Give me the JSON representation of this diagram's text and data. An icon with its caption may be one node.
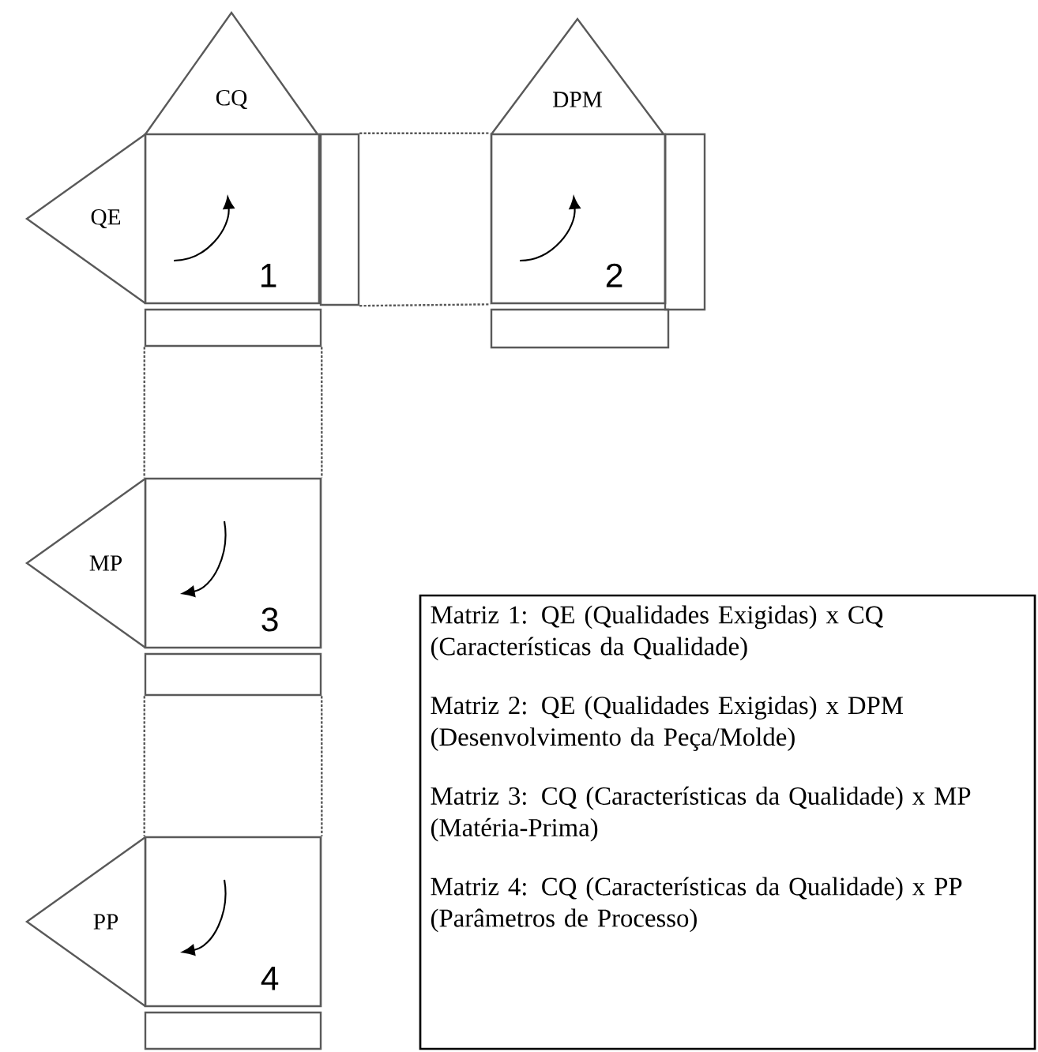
{
  "diagram": {
    "nodes": [
      {
        "text": [
          "CQ"
        ]
      },
      {
        "text": [
          "QE"
        ]
      },
      {
        "text": [
          "1"
        ]
      },
      {
        "text": [],
        "shape": "box"
      },
      {
        "text": [],
        "shape": "box"
      },
      {
        "text": [
          "DPM"
        ]
      },
      {
        "text": [
          "2"
        ]
      },
      {
        "text": [],
        "shape": "box"
      },
      {
        "text": [],
        "shape": "box"
      },
      {
        "text": [
          "MP"
        ]
      },
      {
        "text": [
          "3"
        ]
      },
      {
        "text": [],
        "shape": "box"
      },
      {
        "text": [
          "PP"
        ]
      },
      {
        "text": [
          "4"
        ]
      },
      {
        "text": [],
        "shape": "box"
      },
      {
        "text": [
          "Matriz 1: QE (Qualidades Exigidas) x CQ (Características da Qualidade)",
          "Matriz 2: QE (Qualidades Exigidas) x DPM (Desenvolvimento da Peça/Molde)",
          "Matriz 3: CQ (Características da Qualidade) x MP (Matéria-Prima)",
          "Matriz 4: CQ (Características da Qualidade) x PP (Parâmetros de Processo)"
        ]
      }
    ],
    "edges": [
      {
        "from": 3,
        "to": 6,
        "arrow": "none",
        "style": "dashed"
      },
      {
        "from": 3,
        "to": 6,
        "arrow": "none",
        "style": "dashed"
      },
      {
        "from": 4,
        "to": 10,
        "arrow": "none",
        "style": "dashed"
      },
      {
        "from": 4,
        "to": 10,
        "arrow": "none",
        "style": "dashed"
      },
      {
        "from": 11,
        "to": 13,
        "arrow": "none",
        "style": "dashed"
      },
      {
        "from": 11,
        "to": 13,
        "arrow": "none",
        "style": "dashed"
      }
    ]
  }
}
